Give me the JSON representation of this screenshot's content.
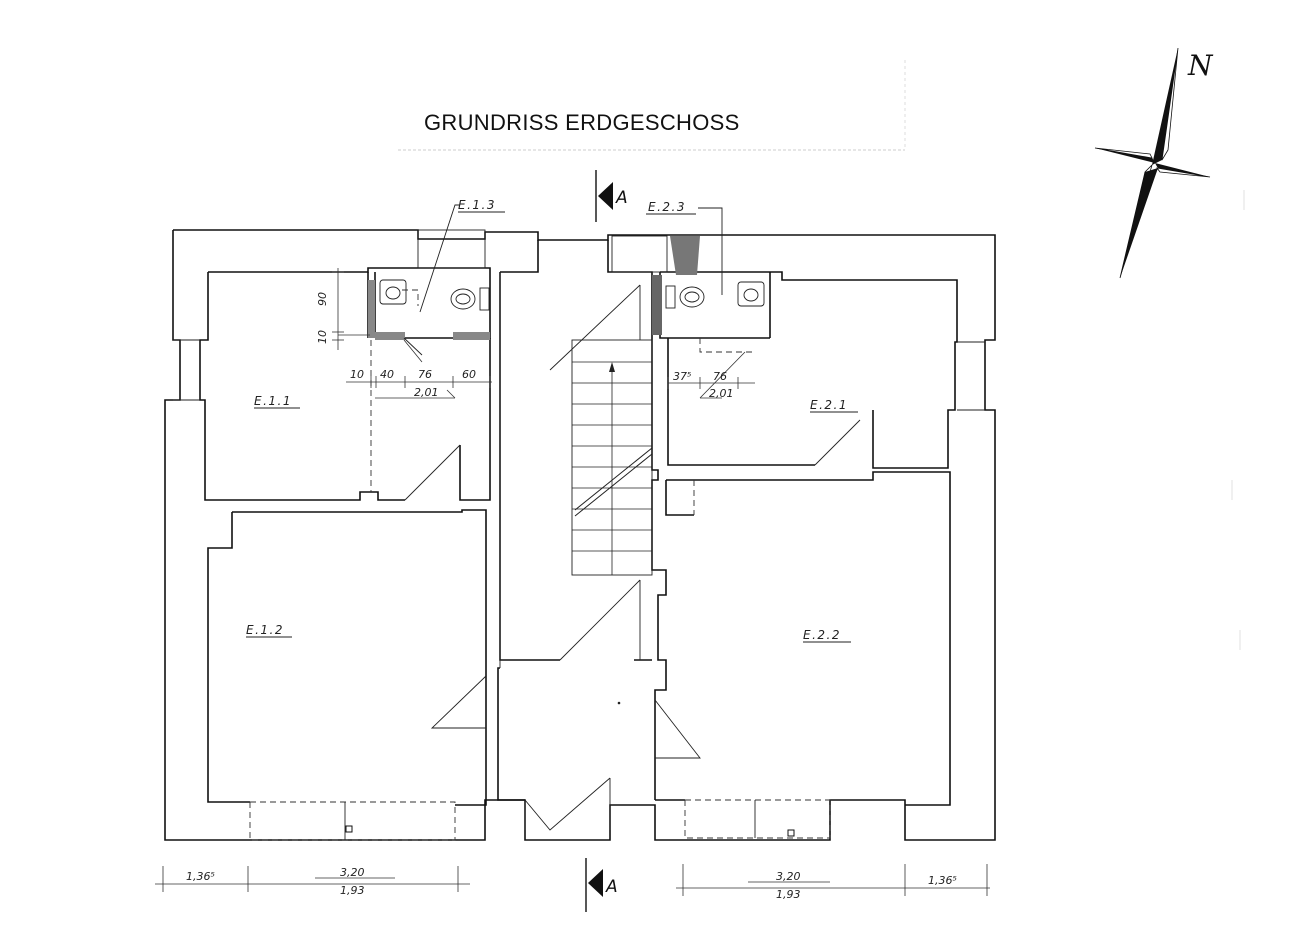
{
  "title": "GRUNDRISS ERDGESCHOSS",
  "north_label": "N",
  "section_marker": "A",
  "rooms": {
    "e11": "E.1.1",
    "e12": "E.1.2",
    "e13": "E.1.3",
    "e21": "E.2.1",
    "e22": "E.2.2",
    "e23": "E.2.3"
  },
  "dimensions": {
    "wc_left_90": "90",
    "wc_left_10v": "10",
    "wc_left_10": "10",
    "wc_left_40": "40",
    "wc_left_76": "76",
    "wc_left_60": "60",
    "wc_left_total": "2,01",
    "wc_right_37": "37⁵",
    "wc_right_76": "76",
    "wc_right_total": "2,01",
    "bottom_left_136": "1,36⁵",
    "bottom_left_320": "3,20",
    "bottom_left_193": "1,93",
    "bottom_right_320": "3,20",
    "bottom_right_193": "1,93",
    "bottom_right_136": "1,36⁵"
  }
}
